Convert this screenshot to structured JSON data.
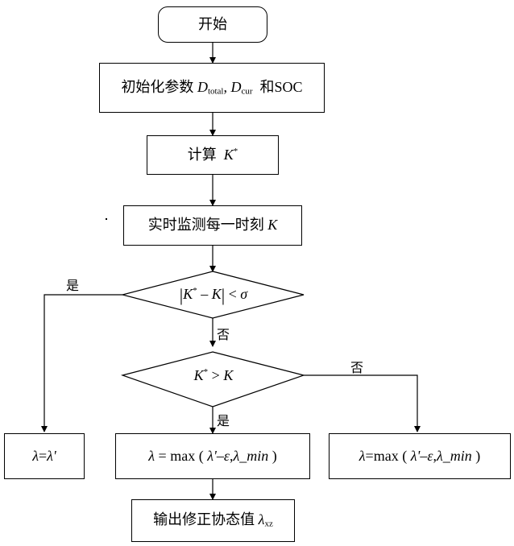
{
  "diagram": {
    "type": "flowchart",
    "title_text": "",
    "nodes": {
      "start": {
        "label": "开始",
        "shape": "terminal"
      },
      "init": {
        "prefix": "初始化参数",
        "var1": "D",
        "var1_sub": "total",
        "sep": ",",
        "var2": "D",
        "var2_sub": "cur",
        "suffix": "和SOC",
        "shape": "process"
      },
      "compute_k": {
        "prefix": "计算",
        "var": "K",
        "sup": "*",
        "shape": "process"
      },
      "monitor": {
        "prefix": "实时监测每一时刻",
        "var": "K",
        "shape": "process"
      },
      "decision1": {
        "lhs_var": "K",
        "lhs_sup": "*",
        "minus": "–",
        "rhs_var": "K",
        "op": "<",
        "sigma": "σ",
        "shape": "decision"
      },
      "decision2": {
        "lhs_var": "K",
        "lhs_sup": "*",
        "op": ">",
        "rhs_var": "K",
        "shape": "decision"
      },
      "assign_left": {
        "lhs": "λ",
        "eq": "=",
        "rhs": "λ'",
        "shape": "process"
      },
      "assign_mid": {
        "lhs": "λ",
        "eq": "=",
        "fn": "max",
        "open": "(",
        "a1": "λ'",
        "minus": "–",
        "eps": "ε",
        "comma": ",",
        "a2": "λ_min",
        "close": ")",
        "shape": "process"
      },
      "assign_right": {
        "lhs": "λ",
        "eq": "=",
        "fn": "max",
        "open": "(",
        "a1": "λ'",
        "minus": "–",
        "eps": "ε",
        "comma": ",",
        "a2": "λ_min",
        "close": ")",
        "shape": "process"
      },
      "output": {
        "prefix": "输出修正协态值",
        "var": "λ",
        "var_sub": "xz",
        "shape": "process"
      }
    },
    "edge_labels": {
      "d1_yes": "是",
      "d1_no": "否",
      "d2_yes": "是",
      "d2_no": "否"
    },
    "colors": {
      "stroke": "#000000",
      "fill": "#ffffff",
      "text": "#000000"
    }
  }
}
